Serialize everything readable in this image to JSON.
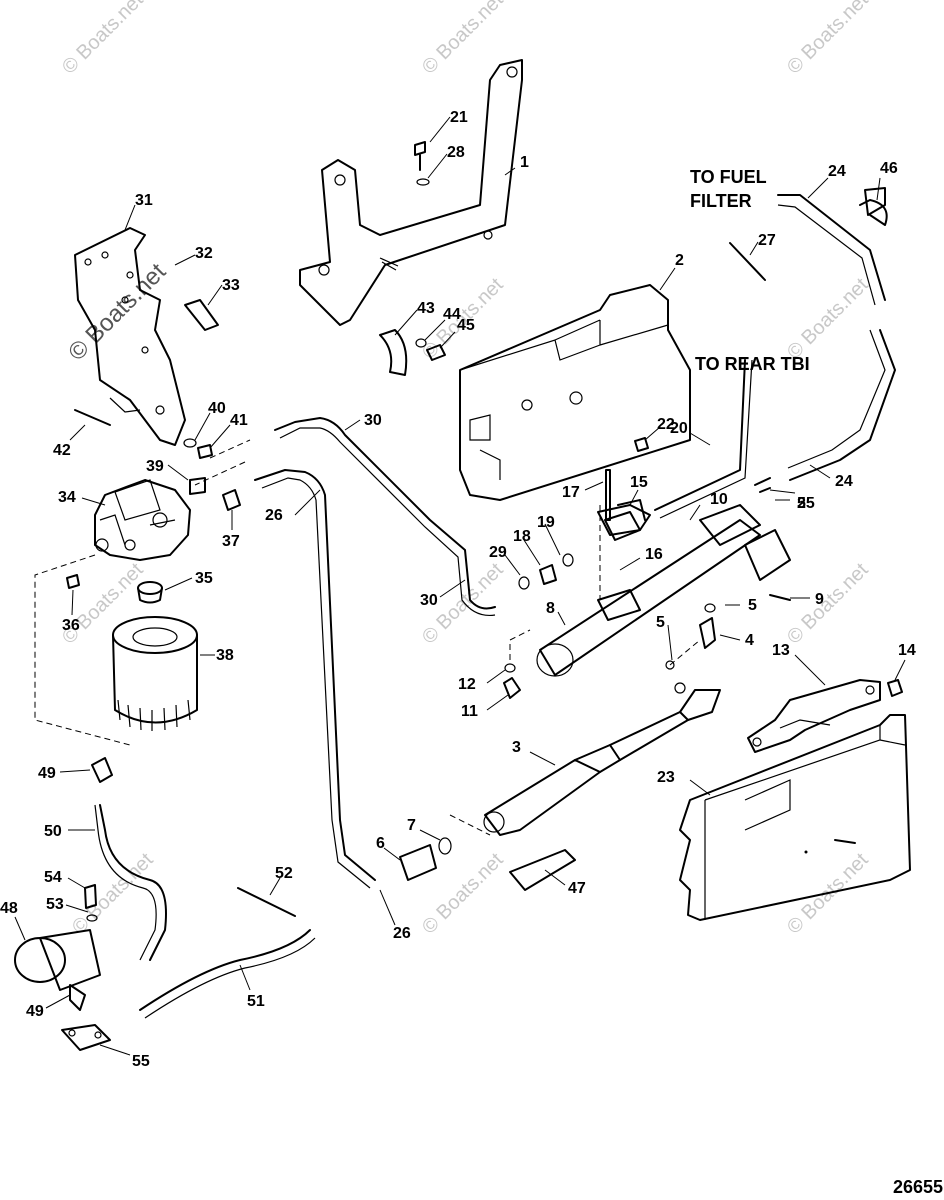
{
  "annotations": {
    "to_fuel_filter_line1": "TO FUEL",
    "to_fuel_filter_line2": "FILTER",
    "to_rear_tbi": "TO REAR TBI"
  },
  "diagram_number": "26655",
  "watermark": "© Boats.net",
  "callouts": [
    "1",
    "2",
    "3",
    "4",
    "5",
    "5",
    "5",
    "6",
    "7",
    "8",
    "9",
    "10",
    "11",
    "12",
    "13",
    "14",
    "15",
    "16",
    "17",
    "18",
    "19",
    "20",
    "21",
    "22",
    "23",
    "24",
    "24",
    "25",
    "26",
    "26",
    "27",
    "28",
    "29",
    "30",
    "30",
    "31",
    "32",
    "33",
    "34",
    "35",
    "36",
    "37",
    "38",
    "39",
    "40",
    "41",
    "42",
    "43",
    "44",
    "45",
    "46",
    "47",
    "48",
    "49",
    "49",
    "50",
    "51",
    "52",
    "53",
    "54",
    "55"
  ]
}
